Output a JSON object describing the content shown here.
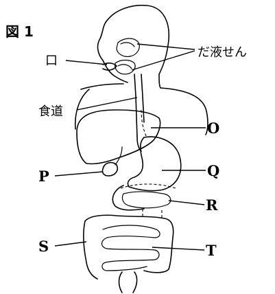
{
  "figure": {
    "title": "図 1",
    "labels": {
      "mouth": "口",
      "salivary": "だ液せん",
      "esophagus": "食道",
      "O": "O",
      "P": "P",
      "Q": "Q",
      "R": "R",
      "S": "S",
      "T": "T"
    }
  }
}
